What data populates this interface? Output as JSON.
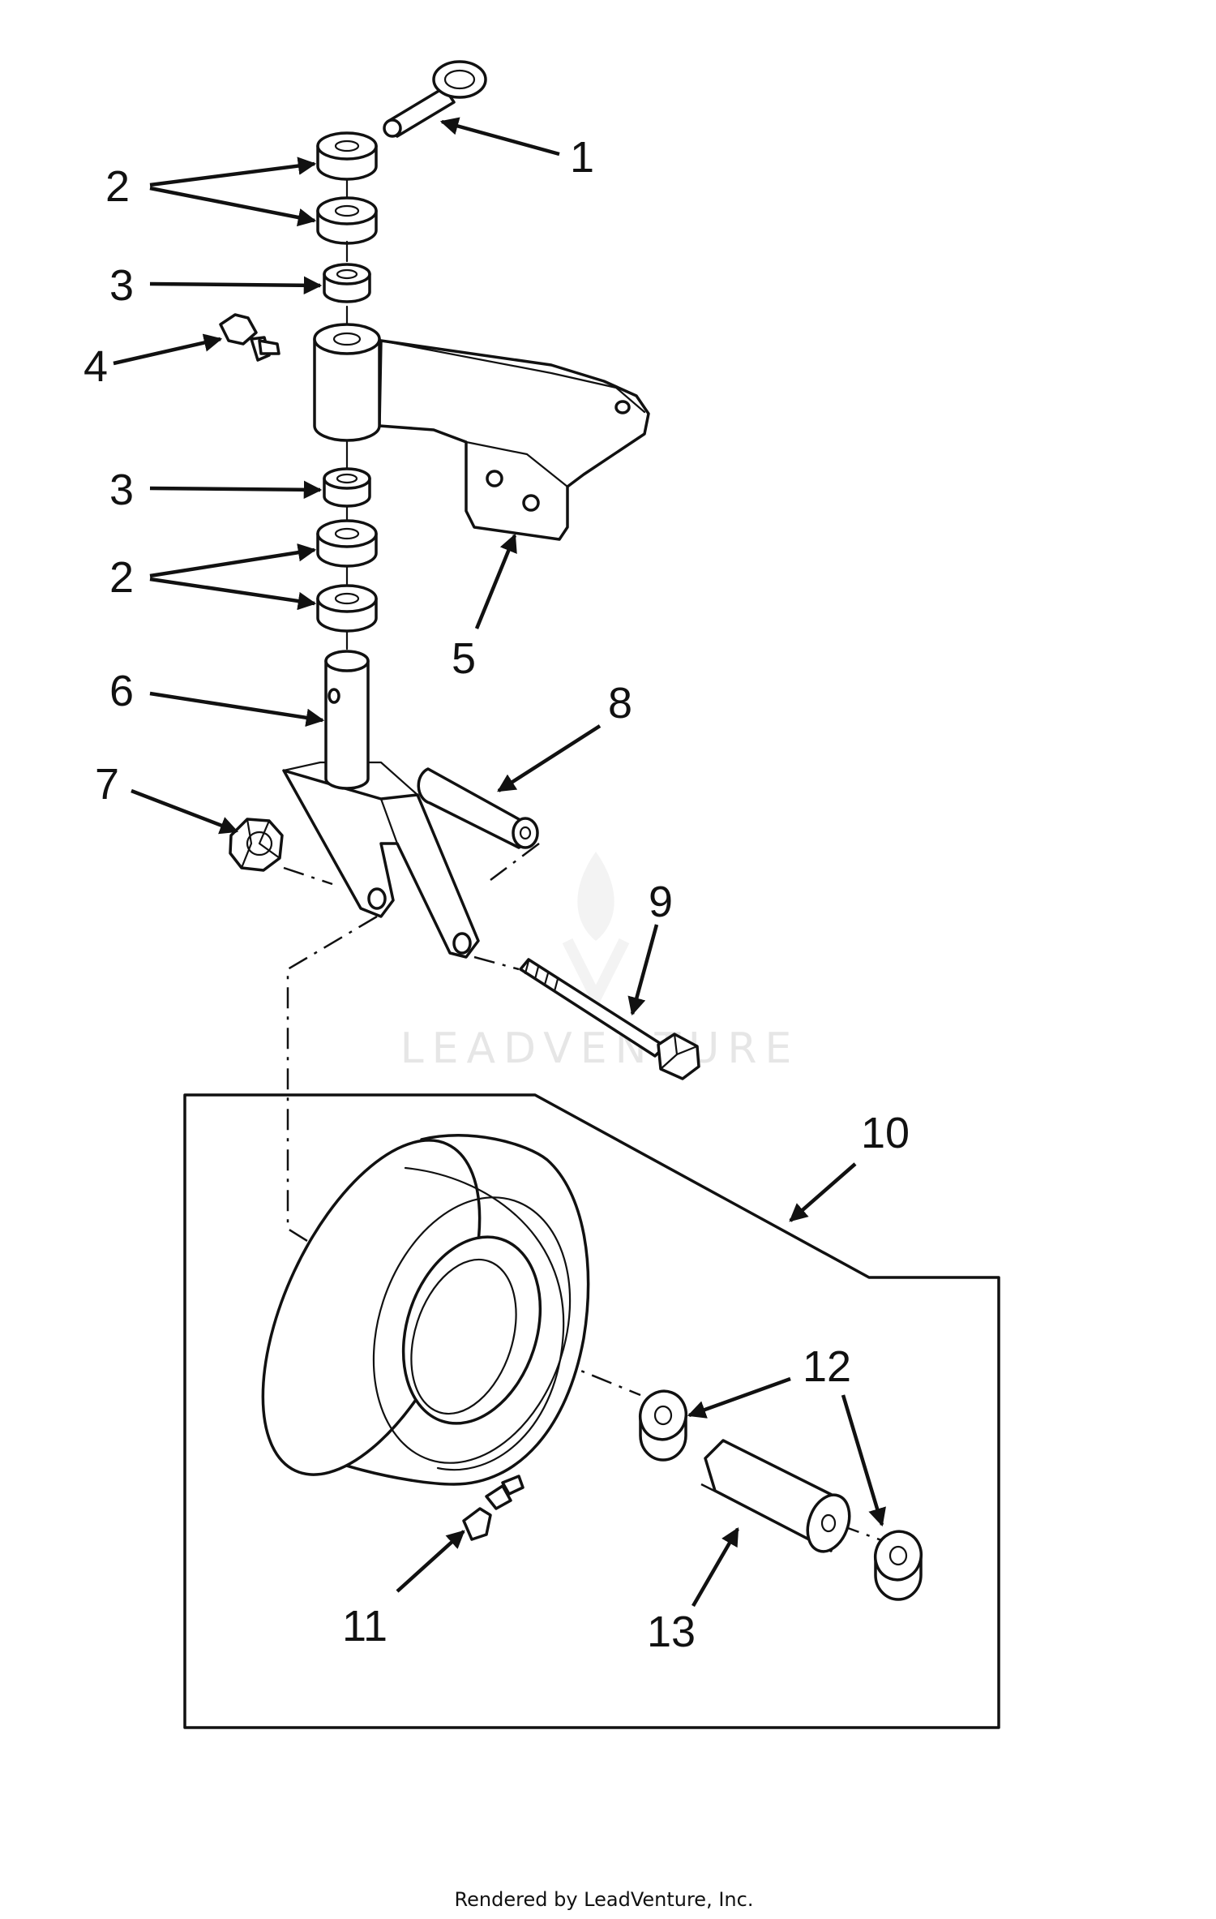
{
  "callouts": [
    {
      "label": "1"
    },
    {
      "label": "2"
    },
    {
      "label": "3"
    },
    {
      "label": "4"
    },
    {
      "label": "5"
    },
    {
      "label": "6"
    },
    {
      "label": "7"
    },
    {
      "label": "8"
    },
    {
      "label": "9"
    },
    {
      "label": "10"
    },
    {
      "label": "11"
    },
    {
      "label": "12"
    },
    {
      "label": "13"
    }
  ],
  "second_callouts": {
    "two": "2",
    "three": "3"
  },
  "watermark": {
    "text": "LEADVENTURE"
  },
  "footer": {
    "credit": "Rendered by LeadVenture, Inc."
  }
}
